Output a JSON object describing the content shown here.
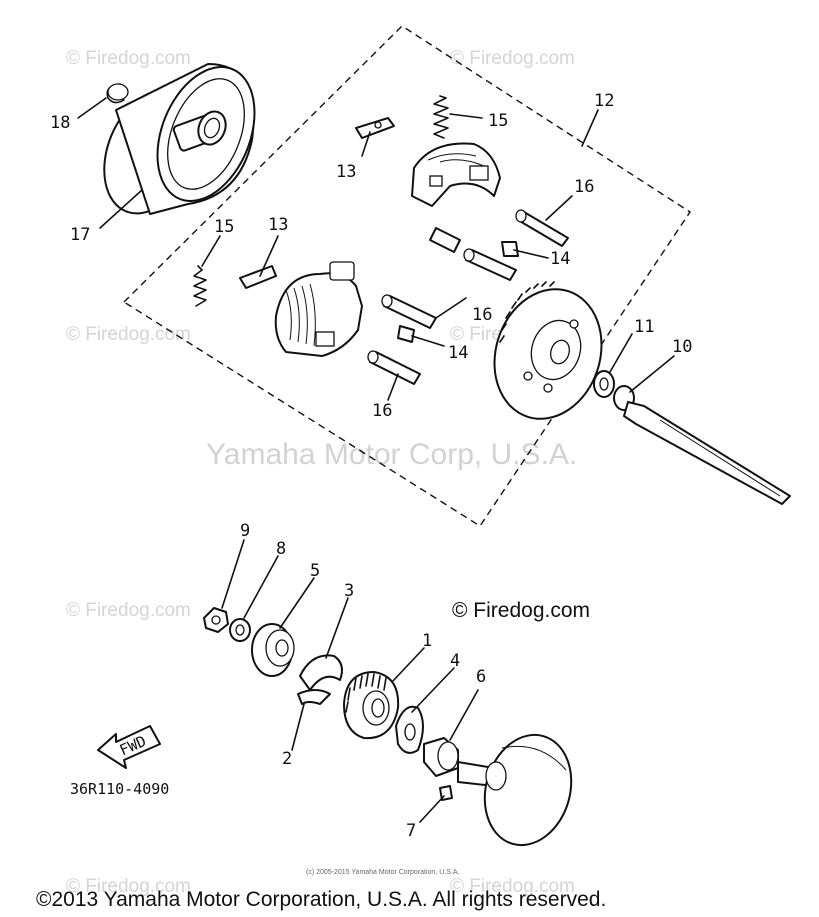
{
  "watermarks": {
    "firedog_small": "© Firedog.com",
    "firedog_large": "© Firedog.com",
    "manufacturer": "Yamaha Motor Corp, U.S.A."
  },
  "callouts": {
    "p1": "1",
    "p2": "2",
    "p3": "3",
    "p4": "4",
    "p5": "5",
    "p6": "6",
    "p7": "7",
    "p8": "8",
    "p9": "9",
    "p10": "10",
    "p11": "11",
    "p12": "12",
    "p13a": "13",
    "p13b": "13",
    "p14a": "14",
    "p14b": "14",
    "p15a": "15",
    "p15b": "15",
    "p16a": "16",
    "p16b": "16",
    "p16c": "16",
    "p17": "17",
    "p18": "18"
  },
  "direction_label": "FWD",
  "diagram_code": "36R110-4090",
  "small_copyright": "(c) 2005-2015 Yamaha Motor Corporation, U.S.A.",
  "copyright": "©2013 Yamaha Motor Corporation, U.S.A. All rights reserved."
}
